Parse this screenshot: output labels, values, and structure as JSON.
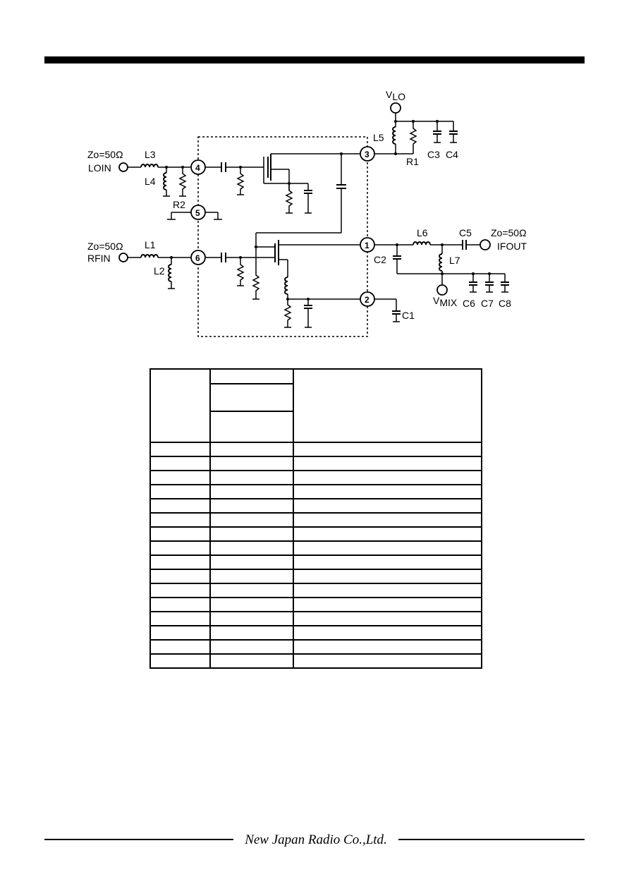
{
  "schematic": {
    "labels": {
      "zo_lo": "Zo=50Ω",
      "loin": "LOIN",
      "zo_rf": "Zo=50Ω",
      "rfin": "RFIN",
      "zo_if": "Zo=50Ω",
      "ifout": "IFOUT",
      "vlo_main": "V",
      "vlo_sub": "LO",
      "vmix_main": "V",
      "vmix_sub": "MIX",
      "l1": "L1",
      "l2": "L2",
      "l3": "L3",
      "l4": "L4",
      "l5": "L5",
      "l6": "L6",
      "l7": "L7",
      "r1": "R1",
      "r2": "R2",
      "c1": "C1",
      "c2": "C2",
      "c3": "C3",
      "c4": "C4",
      "c5": "C5",
      "c6": "C6",
      "c7": "C7",
      "c8": "C8"
    },
    "pins": [
      "1",
      "2",
      "3",
      "4",
      "5",
      "6"
    ]
  },
  "footer": {
    "company": "New Japan Radio Co.,Ltd."
  }
}
